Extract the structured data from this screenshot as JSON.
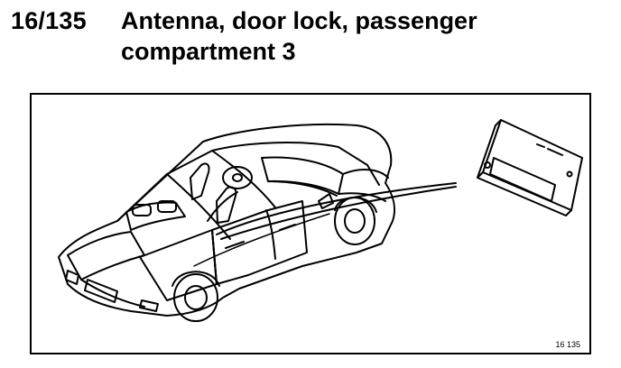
{
  "header": {
    "section_number": "16/135",
    "title": "Antenna, door lock, passenger compartment 3"
  },
  "figure": {
    "reference": "16 135",
    "icons": [
      "car-illustration-icon",
      "antenna-module-icon",
      "leader-line-icon"
    ]
  },
  "colors": {
    "ink": "#000000",
    "paper": "#ffffff"
  }
}
